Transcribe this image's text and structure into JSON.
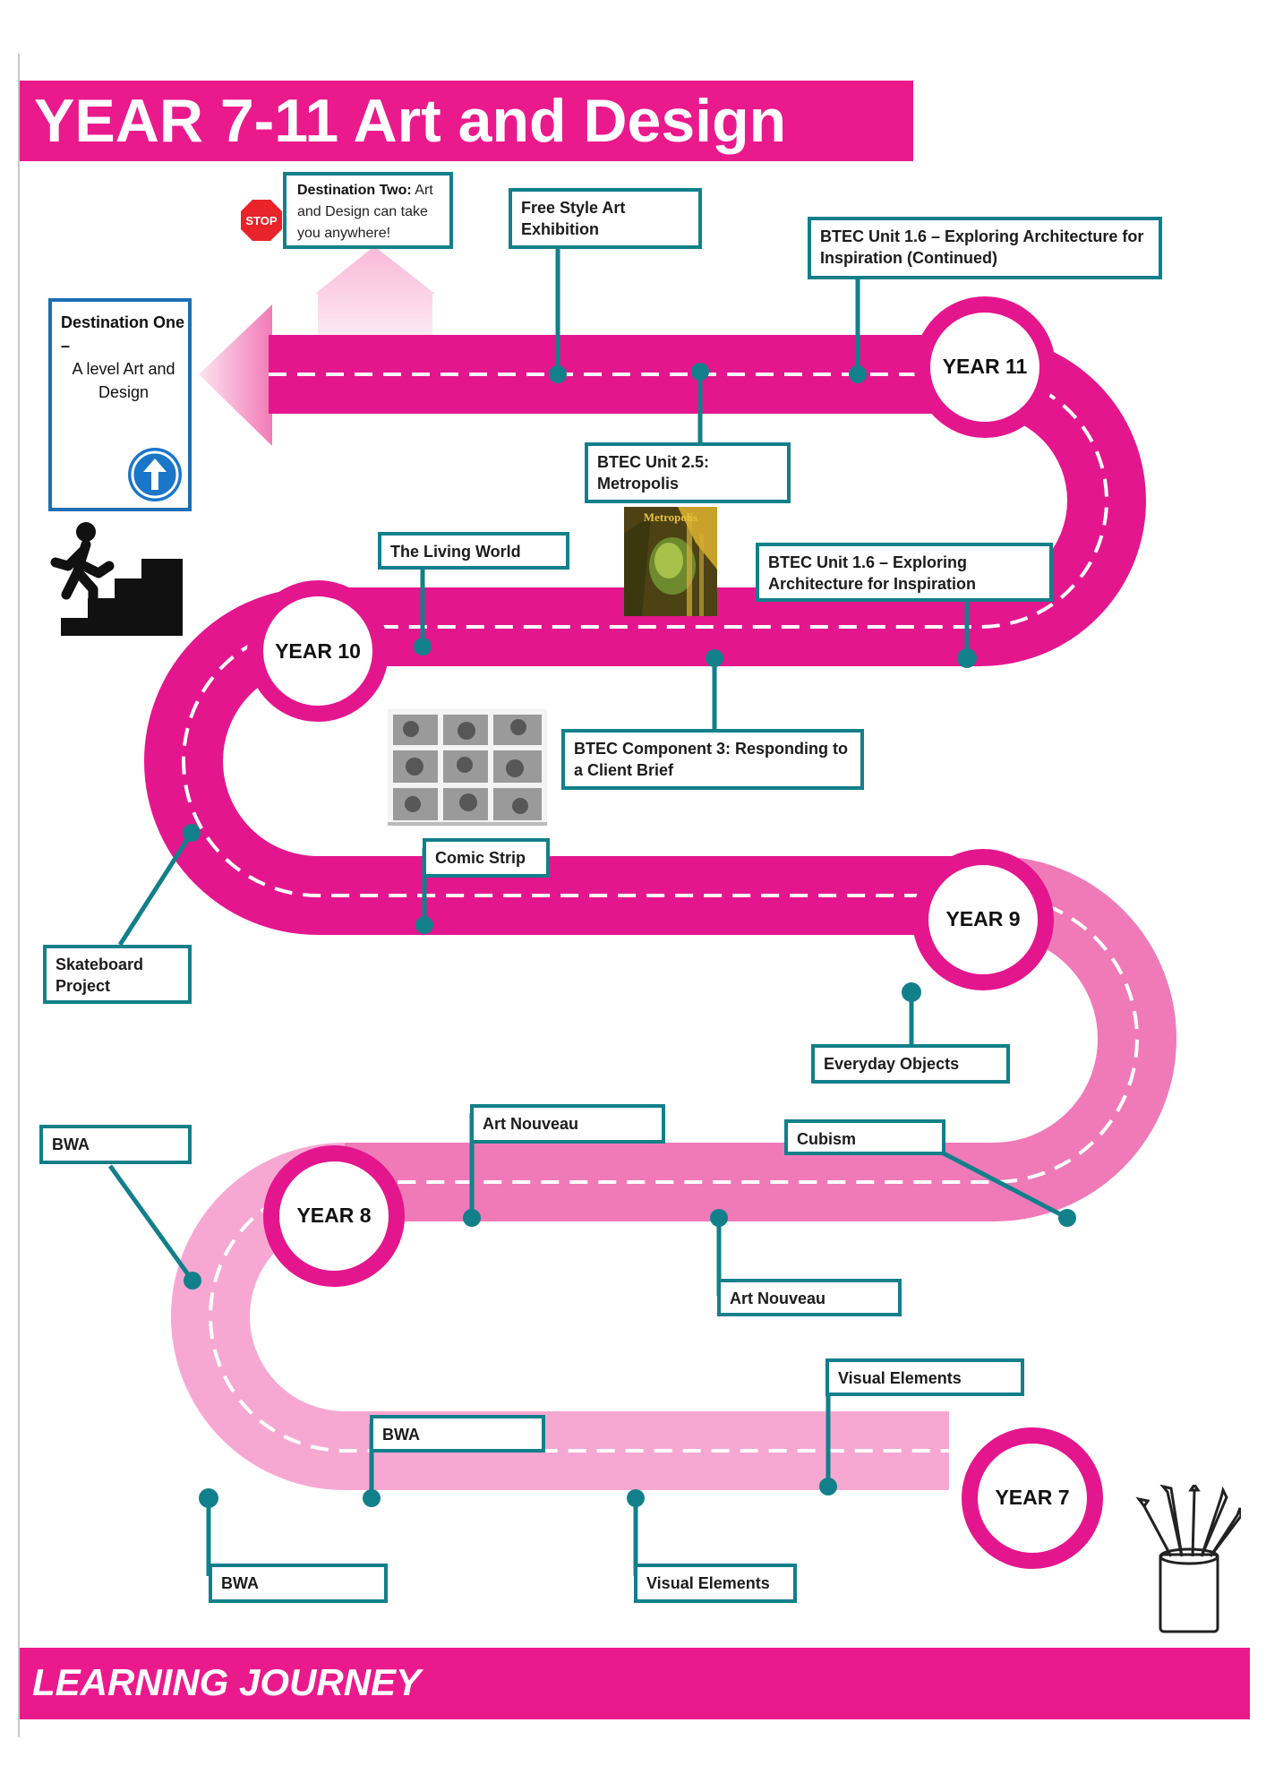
{
  "title": "YEAR 7-11 Art and Design",
  "footer": "LEARNING JOURNEY",
  "colors": {
    "brand_pink": "#ea1a8c",
    "pale_pink": "#f07ab8",
    "light_pink": "#f6a8d3",
    "teal": "#12808a",
    "blue": "#1b6fb5"
  },
  "years": {
    "year7": "YEAR 7",
    "year8": "YEAR 8",
    "year9": "YEAR 9",
    "year10": "YEAR 10",
    "year11": "YEAR 11"
  },
  "destinations": {
    "one_title": "Destination One –",
    "one_sub": "A level Art and Design",
    "two_bold": "Destination Two:",
    "two_text": " Art and Design can take you anywhere!",
    "stop_sign": "STOP"
  },
  "labels": {
    "free_style": "Free Style Art Exhibition",
    "btec_16_cont": "BTEC Unit 1.6 – Exploring Architecture for Inspiration (Continued)",
    "btec_25": "BTEC Unit 2.5: Metropolis",
    "living_world": "The Living World",
    "btec_16": "BTEC Unit 1.6 – Exploring Architecture for Inspiration",
    "btec_c3": "BTEC Component 3: Responding to a Client Brief",
    "comic_strip": "Comic Strip",
    "skateboard": "Skateboard Project",
    "everyday_objects": "Everyday Objects",
    "cubism": "Cubism",
    "art_nouveau_top": "Art Nouveau",
    "art_nouveau_bottom": "Art Nouveau",
    "bwa_left": "BWA",
    "bwa_mid": "BWA",
    "bwa_bottom": "BWA",
    "visual_elements_top": "Visual Elements",
    "visual_elements_bottom": "Visual Elements"
  },
  "icons": {
    "stop": "stop-sign-icon",
    "arrow_up": "arrow-up-circle-icon",
    "stairs": "person-climbing-stairs-icon",
    "brushes": "brushes-in-pot-icon",
    "big_arrow_left": "arrow-left-icon",
    "big_arrow_up": "arrow-up-icon"
  },
  "images": {
    "metropolis_poster": "Metropolis"
  }
}
